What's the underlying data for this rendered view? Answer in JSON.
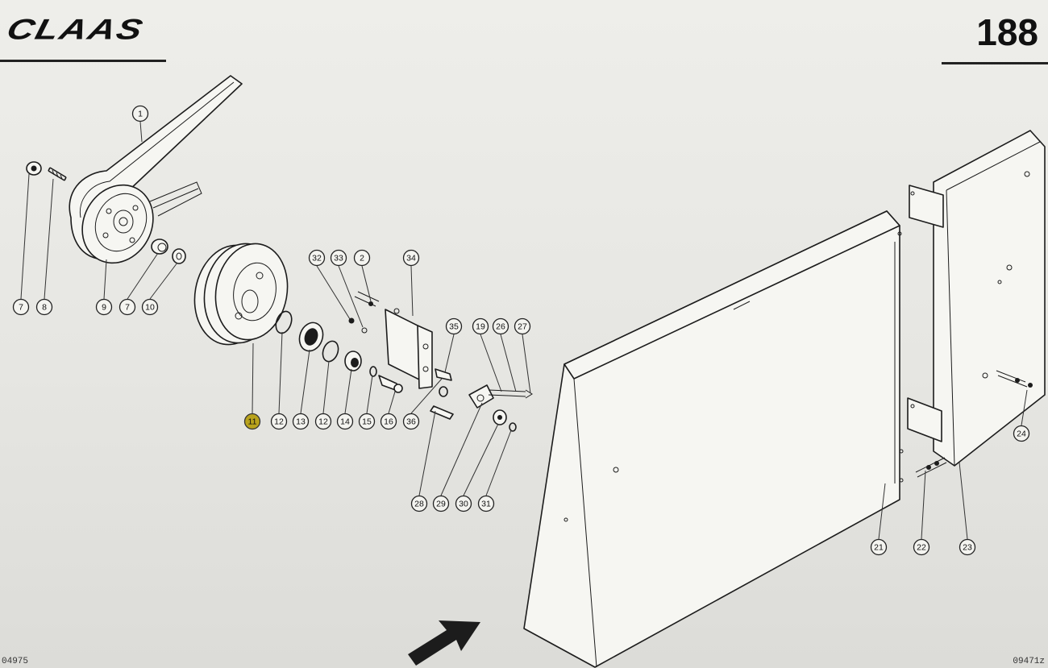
{
  "header": {
    "brand": "CLAAS",
    "page_number": "188"
  },
  "footer": {
    "code_left": "04975",
    "code_right": "09471z"
  },
  "callouts": [
    {
      "label": "1"
    },
    {
      "label": "7"
    },
    {
      "label": "8"
    },
    {
      "label": "9"
    },
    {
      "label": "7"
    },
    {
      "label": "10"
    },
    {
      "label": "11",
      "highlighted": true
    },
    {
      "label": "12"
    },
    {
      "label": "13"
    },
    {
      "label": "12"
    },
    {
      "label": "14"
    },
    {
      "label": "15"
    },
    {
      "label": "16"
    },
    {
      "label": "36"
    },
    {
      "label": "32"
    },
    {
      "label": "33"
    },
    {
      "label": "2"
    },
    {
      "label": "34"
    },
    {
      "label": "35"
    },
    {
      "label": "19"
    },
    {
      "label": "26"
    },
    {
      "label": "27"
    },
    {
      "label": "28"
    },
    {
      "label": "29"
    },
    {
      "label": "30"
    },
    {
      "label": "31"
    },
    {
      "label": "21"
    },
    {
      "label": "22"
    },
    {
      "label": "23"
    },
    {
      "label": "24"
    }
  ],
  "colors": {
    "highlight": "#b9a31c",
    "ink": "#1c1c1c",
    "paper": "#eeeeea"
  },
  "icons": {
    "direction_arrow": "arrow-icon"
  }
}
